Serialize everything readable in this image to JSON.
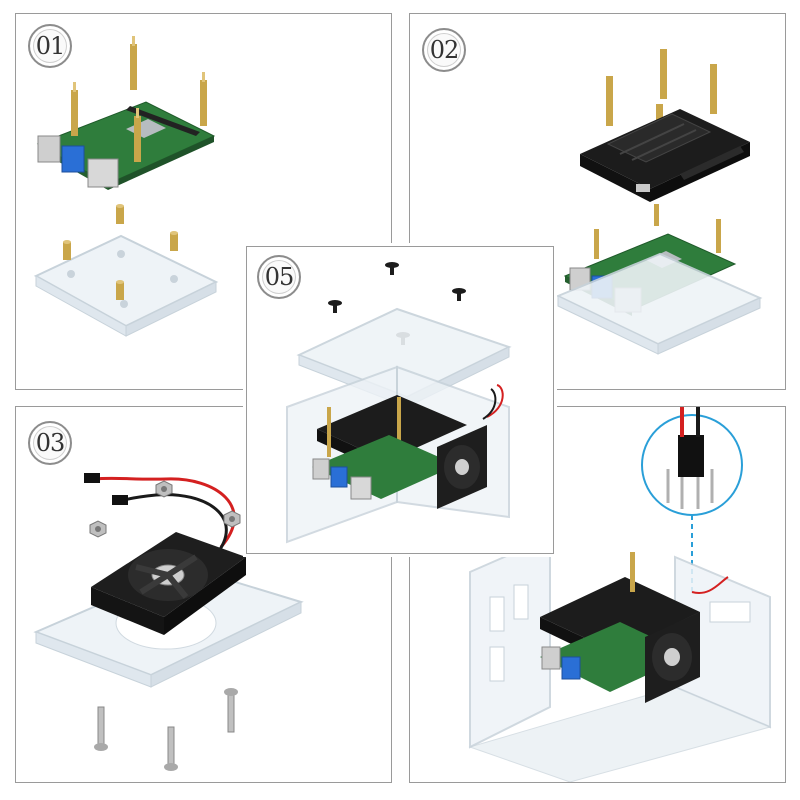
{
  "steps": [
    {
      "number": "01"
    },
    {
      "number": "02"
    },
    {
      "number": "03"
    },
    {
      "number": "05"
    }
  ],
  "colors": {
    "board_green": "#2f7d3c",
    "battery_board": "#1c1c1c",
    "brass": "#c9a64a",
    "acrylic": "#eef3f7",
    "usb_blue": "#2a6fd6",
    "wire_red": "#d42020",
    "callout_blue": "#2a9fd8",
    "panel_border": "#9a9a9a"
  },
  "icons": [
    "brass-standoff-icon",
    "screw-icon",
    "nut-icon",
    "fan-icon",
    "raspberry-pi-board-icon",
    "battery-holder-board-icon",
    "acrylic-plate-icon",
    "pin-header-callout-icon"
  ]
}
